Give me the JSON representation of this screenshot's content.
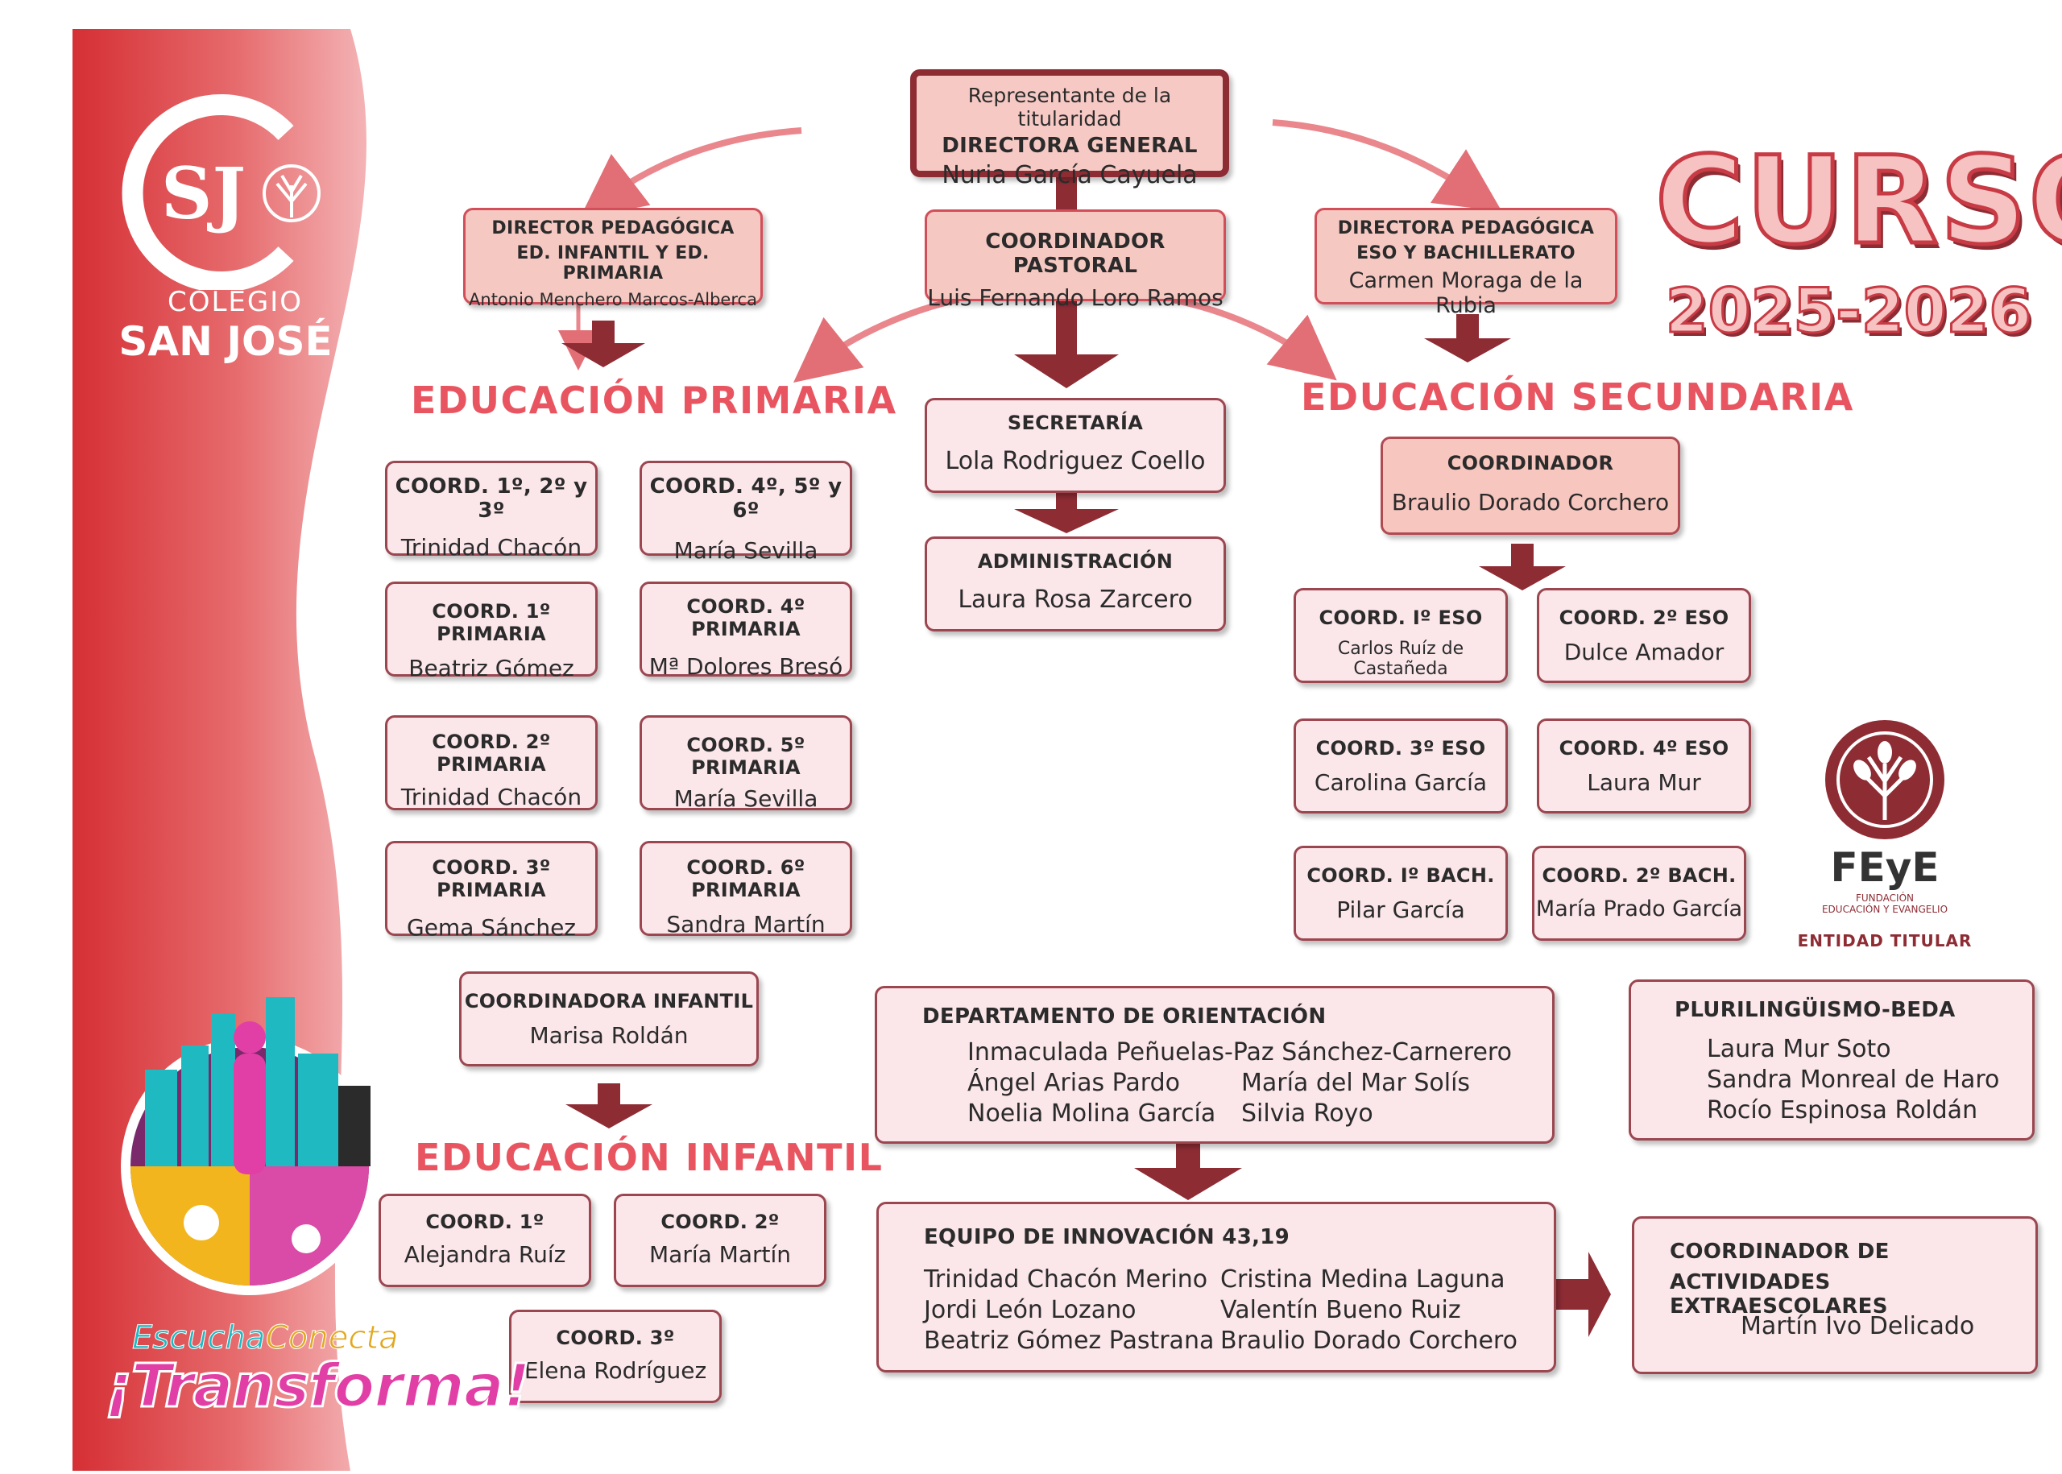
{
  "school": {
    "line1": "COLEGIO",
    "line2": "SAN JOSÉ",
    "monogram": "SJ"
  },
  "course": {
    "word": "CURSO",
    "years": "2025-2026"
  },
  "top": {
    "line1": "Representante de la titularidad",
    "title": "DIRECTORA GENERAL",
    "name": "Nuria García Cayuela"
  },
  "dir_infantil_primaria": {
    "title1": "DIRECTOR PEDAGÓGICA",
    "title2": "ED. INFANTIL Y ED. PRIMARIA",
    "name": "Antonio Menchero Marcos-Alberca"
  },
  "coord_pastoral": {
    "title": "COORDINADOR PASTORAL",
    "name": "Luis Fernando Loro Ramos"
  },
  "dir_eso": {
    "title1": "DIRECTORA PEDAGÓGICA",
    "title2": "ESO Y BACHILLERATO",
    "name": "Carmen Moraga de la Rubia"
  },
  "sections": {
    "primaria": "EDUCACIÓN PRIMARIA",
    "secundaria": "EDUCACIÓN SECUNDARIA",
    "infantil": "EDUCACIÓN INFANTIL"
  },
  "secretaria": {
    "title": "SECRETARÍA",
    "name": "Lola Rodriguez Coello"
  },
  "administracion": {
    "title": "ADMINISTRACIÓN",
    "name": "Laura Rosa Zarcero"
  },
  "primaria_boxes": [
    {
      "title": "COORD. 1º, 2º y 3º",
      "name": "Trinidad Chacón"
    },
    {
      "title": "COORD. 4º, 5º y 6º",
      "name": "María Sevilla"
    },
    {
      "title": "COORD. 1º PRIMARIA",
      "name": "Beatriz Gómez"
    },
    {
      "title": "COORD. 4º PRIMARIA",
      "name": "Mª Dolores Bresó"
    },
    {
      "title": "COORD. 2º PRIMARIA",
      "name": "Trinidad Chacón"
    },
    {
      "title": "COORD. 5º PRIMARIA",
      "name": "María Sevilla"
    },
    {
      "title": "COORD. 3º PRIMARIA",
      "name": "Gema Sánchez"
    },
    {
      "title": "COORD. 6º PRIMARIA",
      "name": "Sandra Martín"
    }
  ],
  "coordinadora_infantil": {
    "title": "COORDINADORA INFANTIL",
    "name": "Marisa Roldán"
  },
  "infantil_boxes": [
    {
      "title": "COORD. 1º",
      "name": "Alejandra Ruíz"
    },
    {
      "title": "COORD. 2º",
      "name": "María Martín"
    },
    {
      "title": "COORD. 3º",
      "name": "Elena Rodríguez"
    }
  ],
  "coordinador_secundaria": {
    "title": "COORDINADOR",
    "name": "Braulio Dorado Corchero"
  },
  "secundaria_boxes": [
    {
      "title": "COORD. Iº ESO",
      "name": "Carlos Ruíz de Castañeda"
    },
    {
      "title": "COORD. 2º ESO",
      "name": "Dulce Amador"
    },
    {
      "title": "COORD. 3º ESO",
      "name": "Carolina García"
    },
    {
      "title": "COORD. 4º ESO",
      "name": "Laura Mur"
    },
    {
      "title": "COORD. Iº BACH.",
      "name": "Pilar García"
    },
    {
      "title": "COORD. 2º BACH.",
      "name": "María Prado García"
    }
  ],
  "orientacion": {
    "title": "DEPARTAMENTO DE ORIENTACIÓN",
    "members": [
      "Inmaculada Peñuelas-Paz Sánchez-Carnerero",
      "Ángel Arias Pardo",
      "María del Mar Solís",
      "Noelia Molina García",
      "Silvia Royo"
    ]
  },
  "plurilinguismo": {
    "title": "PLURILINGÜISMO-BEDA",
    "members": [
      "Laura Mur Soto",
      "Sandra Monreal de Haro",
      "Rocío Espinosa Roldán"
    ]
  },
  "innovacion": {
    "title": "EQUIPO DE INNOVACIÓN 43,19",
    "members": [
      "Trinidad Chacón Merino",
      "Cristina Medina Laguna",
      "Jordi León Lozano",
      "Valentín Bueno Ruiz",
      "Beatriz Gómez Pastrana",
      "Braulio Dorado Corchero"
    ]
  },
  "extraescolares": {
    "title1": "COORDINADOR DE",
    "title2": "ACTIVIDADES EXTRAESCOLARES",
    "name": "Martín Ivo Delicado"
  },
  "feye": {
    "acronym": "FEyE",
    "line1": "FUNDACIÓN",
    "line2": "EDUCACIÓN Y EVANGELIO",
    "caption": "ENTIDAD TITULAR"
  },
  "slogan": {
    "word1": "Escucha",
    "word2": "Conecta",
    "word3": "¡Transforma!"
  },
  "colors": {
    "accent": "#e85560",
    "dark_red": "#8e2c34",
    "box_fill": "#fbe6ea",
    "panel_red": "#d9343a"
  }
}
